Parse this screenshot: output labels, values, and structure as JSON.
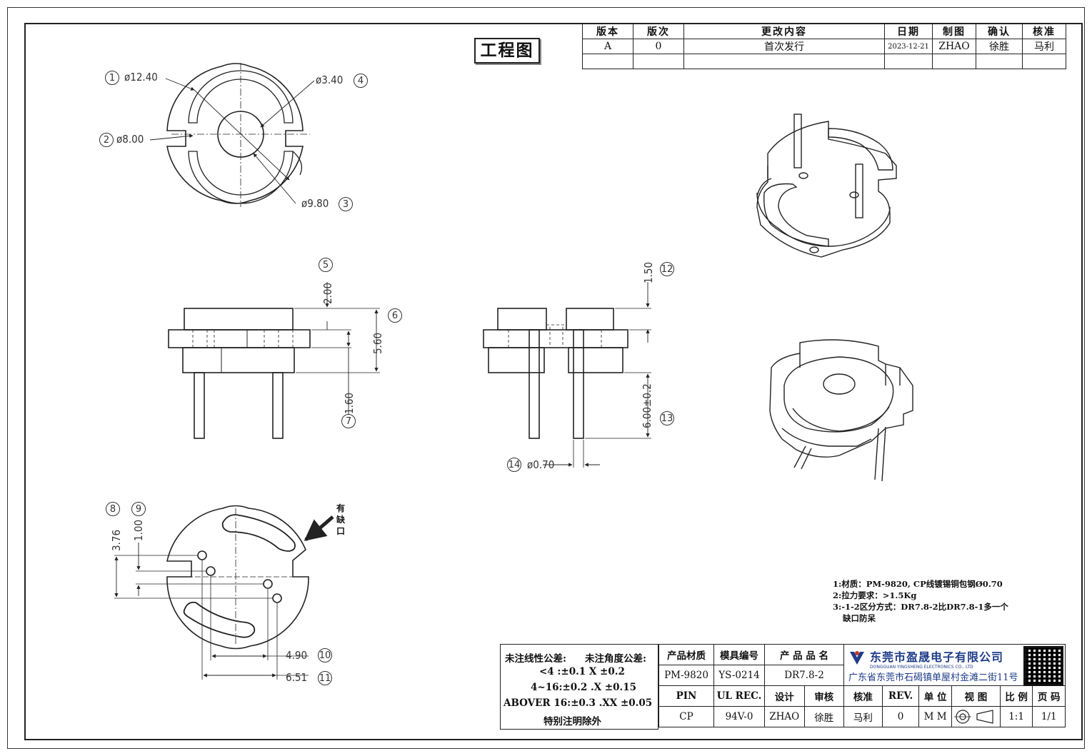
{
  "title": "工程图",
  "revision_table": {
    "headers": [
      "版本",
      "版次",
      "更改内容",
      "日期",
      "制图",
      "确认",
      "核准"
    ],
    "rows": [
      [
        "A",
        "0",
        "首次发行",
        "2023-12-21",
        "ZHAO",
        "徐胜",
        "马利"
      ],
      [
        "",
        "",
        "",
        "",
        "",
        "",
        ""
      ]
    ]
  },
  "dimensions": {
    "d1": "ø12.40",
    "d2": "ø8.00",
    "d3": "ø9.80",
    "d4": "ø3.40",
    "d5": "2.00",
    "d6": "5.60",
    "d7": "1.60",
    "d8": "3.76",
    "d9": "1.00",
    "d10": "4.90",
    "d11": "6.51",
    "d12": "1.50",
    "d13": "6.00±0.2",
    "d14": "ø0.70"
  },
  "callouts": [
    "1",
    "2",
    "3",
    "4",
    "5",
    "6",
    "7",
    "8",
    "9",
    "10",
    "11",
    "12",
    "13",
    "14"
  ],
  "notch_note": [
    "有",
    "缺",
    "口"
  ],
  "notes": [
    "1:材质：PM-9820,  CP线镀锡铜包钢Ø0.70",
    "2:拉力要求：>1.5Kg",
    "3:-1-2区分方式：DR7.8-2比DR7.8-1多一个",
    "缺口防呆"
  ],
  "tolerance": {
    "linear_title": "未注线性公差:",
    "angle_title": "未注角度公差:",
    "row1": "<4 :±0.1   X ±0.2",
    "row2": "4~16:±0.2  .X ±0.15",
    "row3": "ABOVER 16:±0.3  .XX ±0.05",
    "footer": "特别注明除外"
  },
  "title_block": {
    "material_label": "产品材质",
    "mold_label": "模具编号",
    "product_label": "产 品 品 名",
    "material": "PM-9820",
    "mold": "YS-0214",
    "product": "DR7.8-2",
    "pin_label": "PIN",
    "ul_label": "UL REC.",
    "design_label": "设计",
    "review_label": "审核",
    "approve_label": "核准",
    "rev_label": "REV.",
    "unit_label": "单 位",
    "view_label": "视 图",
    "scale_label": "比 例",
    "page_label": "页 码",
    "pin": "CP",
    "ul": "94V-0",
    "design": "ZHAO",
    "review": "徐胜",
    "approve": "马利",
    "rev": "0",
    "unit": "M M",
    "scale": "1:1",
    "page": "1/1",
    "company_cn": "东莞市盈晟电子有限公司",
    "company_en": "DONGGUAN YINGSHENG ELECTRONICS CO., LTD",
    "address": "广东省东莞市石碣镇单屋村金滩二街11号"
  }
}
